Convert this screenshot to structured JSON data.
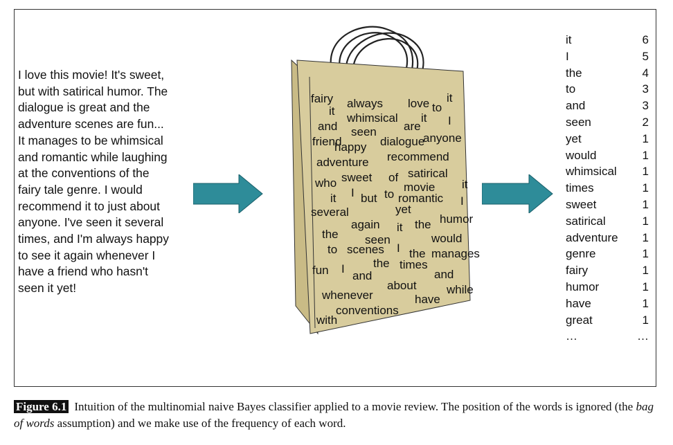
{
  "review_text": "I love this movie! It's sweet,\nbut with satirical humor. The\ndialogue is great and the\nadventure scenes are fun...\nIt manages to be whimsical\nand romantic while laughing\nat the conventions of the\nfairy tale genre. I would\nrecommend it to just about\nanyone. I've seen it several\ntimes, and I'm always happy\nto see it again whenever I\nhave a friend who hasn't\nseen it yet!",
  "bag_words": [
    "fairy",
    "always",
    "love",
    "to",
    "it",
    "it",
    "whimsical",
    "it",
    "and",
    "are",
    "I",
    "seen",
    "anyone",
    "friend",
    "happy",
    "dialogue",
    "adventure",
    "recommend",
    "who",
    "sweet",
    "of",
    "satirical",
    "it",
    "movie",
    "it",
    "I",
    "but",
    "to",
    "romantic",
    "I",
    "yet",
    "several",
    "humor",
    "again",
    "it",
    "the",
    "the",
    "seen",
    "would",
    "to",
    "scenes",
    "I",
    "the",
    "manages",
    "the",
    "fun",
    "I",
    "times",
    "and",
    "and",
    "about",
    "while",
    "whenever",
    "have",
    "conventions",
    "with"
  ],
  "frequencies": [
    {
      "word": "it",
      "count": "6"
    },
    {
      "word": "I",
      "count": "5"
    },
    {
      "word": "the",
      "count": "4"
    },
    {
      "word": "to",
      "count": "3"
    },
    {
      "word": "and",
      "count": "3"
    },
    {
      "word": "seen",
      "count": "2"
    },
    {
      "word": "yet",
      "count": "1"
    },
    {
      "word": "would",
      "count": "1"
    },
    {
      "word": "whimsical",
      "count": "1"
    },
    {
      "word": "times",
      "count": "1"
    },
    {
      "word": "sweet",
      "count": "1"
    },
    {
      "word": "satirical",
      "count": "1"
    },
    {
      "word": "adventure",
      "count": "1"
    },
    {
      "word": "genre",
      "count": "1"
    },
    {
      "word": "fairy",
      "count": "1"
    },
    {
      "word": "humor",
      "count": "1"
    },
    {
      "word": "have",
      "count": "1"
    },
    {
      "word": "great",
      "count": "1"
    },
    {
      "word": "…",
      "count": "…"
    }
  ],
  "caption": {
    "label": "Figure 6.1",
    "text_before": "Intuition of the multinomial naive Bayes classifier applied to a movie review. The position of the words is ignored (the ",
    "italic": "bag of words",
    "text_after": " assumption) and we make use of the frequency of each word."
  },
  "colors": {
    "bag_fill": "#d8cc9d",
    "bag_side": "#c9bb86",
    "arrow": "#2e8c99",
    "arrow_stroke": "#1a5f6a"
  }
}
